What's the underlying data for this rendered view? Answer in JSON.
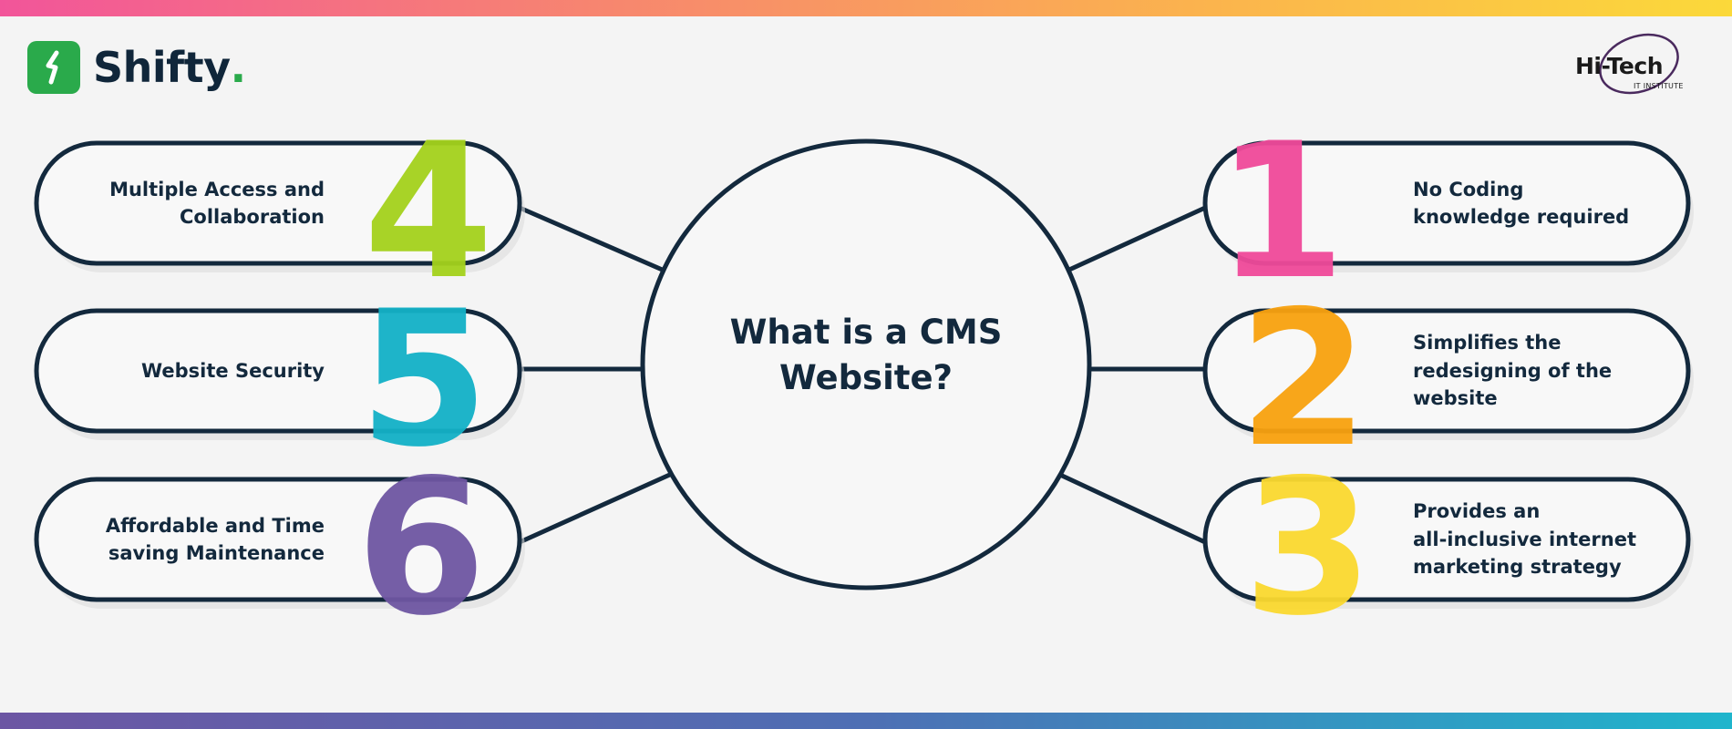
{
  "brand_left": {
    "name": "Shifty",
    "dot": "."
  },
  "brand_right": {
    "name": "Hi-Tech",
    "subtitle": "IT INSTITUTE"
  },
  "center": {
    "title_line1": "What is a CMS",
    "title_line2": "Website?"
  },
  "items": [
    {
      "number": "1",
      "text": "No Coding\nknowledge required",
      "color": "#f04a9a"
    },
    {
      "number": "2",
      "text": "Simplifies the\nredesigning of the\nwebsite",
      "color": "#f9a20f"
    },
    {
      "number": "3",
      "text": "Provides an\nall-inclusive internet\nmarketing strategy",
      "color": "#fbd92f"
    },
    {
      "number": "4",
      "text": "Multiple Access and\nCollaboration",
      "color": "#a4d21c"
    },
    {
      "number": "5",
      "text": "Website Security",
      "color": "#13b1c7"
    },
    {
      "number": "6",
      "text": "Affordable and Time\nsaving Maintenance",
      "color": "#6e56a2"
    }
  ],
  "colors": {
    "outline": "#13293d",
    "background": "#f4f4f4",
    "brand_green": "#2aaa4b"
  }
}
